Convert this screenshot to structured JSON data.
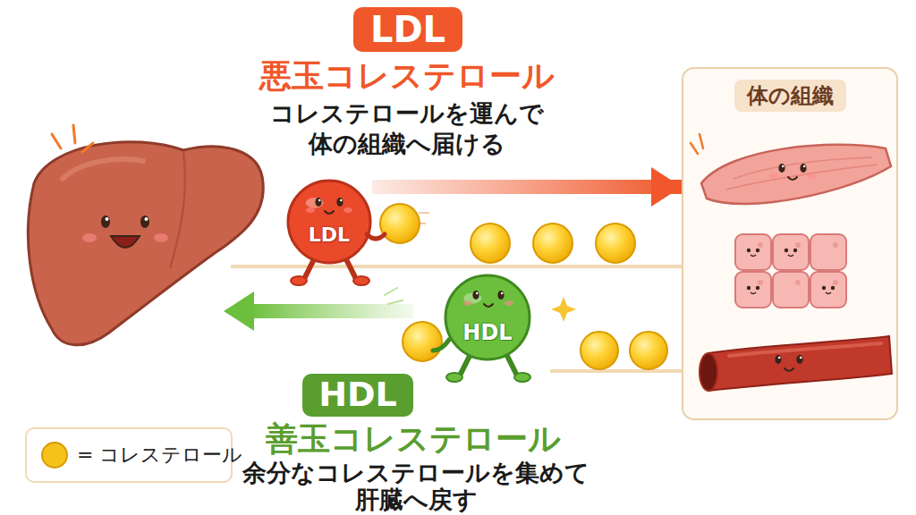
{
  "diagram": {
    "nodes": [
      {
        "text": [
          "LDL"
        ]
      },
      {
        "text": [
          "LDL"
        ]
      },
      {
        "text": [
          "体の組織"
        ]
      },
      {
        "text": [
          "HDL"
        ]
      },
      {
        "text": [
          "HDL"
        ]
      }
    ],
    "edges": [
      {
        "from": 1,
        "to": 2,
        "arrow": "to"
      }
    ],
    "labels": [
      "悪玉コレステロール",
      "コレステロールを運んで 体の組織へ届ける",
      "善玉コレステロール",
      "余分なコレステロールを集めて 肝臓へ戻す"
    ],
    "legend": [
      {
        "text": "= コレステロール",
        "color": "#f5c21b"
      }
    ]
  }
}
